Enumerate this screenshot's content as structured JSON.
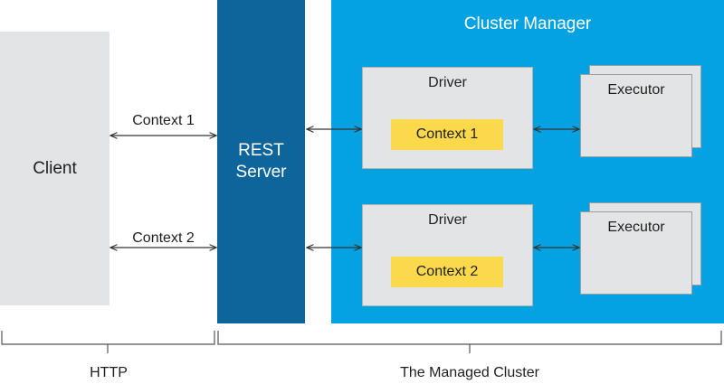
{
  "client": {
    "label": "Client"
  },
  "rest_server": {
    "label": "REST\nServer"
  },
  "cluster_manager": {
    "title": "Cluster Manager"
  },
  "drivers": [
    {
      "label": "Driver",
      "context": "Context 1"
    },
    {
      "label": "Driver",
      "context": "Context 2"
    }
  ],
  "executors": [
    {
      "label": "Executor"
    },
    {
      "label": "Executor"
    }
  ],
  "connections": [
    {
      "label": "Context 1"
    },
    {
      "label": "Context 2"
    }
  ],
  "brackets": [
    {
      "label": "HTTP"
    },
    {
      "label": "The Managed Cluster"
    }
  ],
  "colors": {
    "rest_server": "#0e659c",
    "cluster_manager": "#04a2e0",
    "context_box": "#fcd94b",
    "node_box": "#e3e4e5"
  }
}
